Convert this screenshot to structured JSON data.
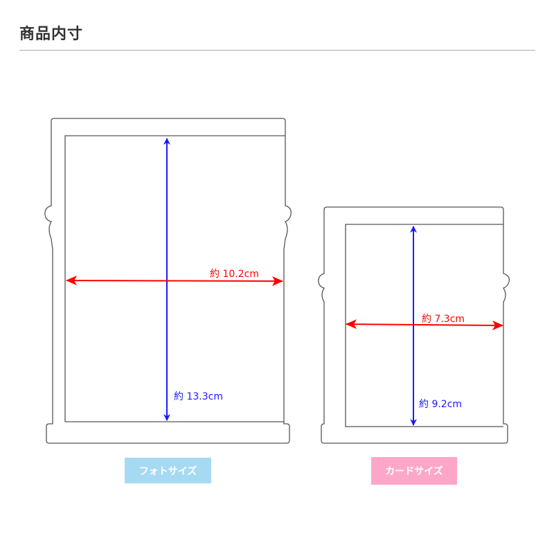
{
  "title": "商品内寸",
  "colors": {
    "photo_badge": "#a6daf2",
    "card_badge": "#fda7c8",
    "height_arrow": "#1a1aff",
    "width_arrow": "#ff0000",
    "outline": "#555555"
  },
  "photo": {
    "label": "フォトサイズ",
    "width_label": "約 10.2cm",
    "height_label": "約 13.3cm"
  },
  "card": {
    "label": "カードサイズ",
    "width_label": "約 7.3cm",
    "height_label": "約 9.2cm"
  }
}
